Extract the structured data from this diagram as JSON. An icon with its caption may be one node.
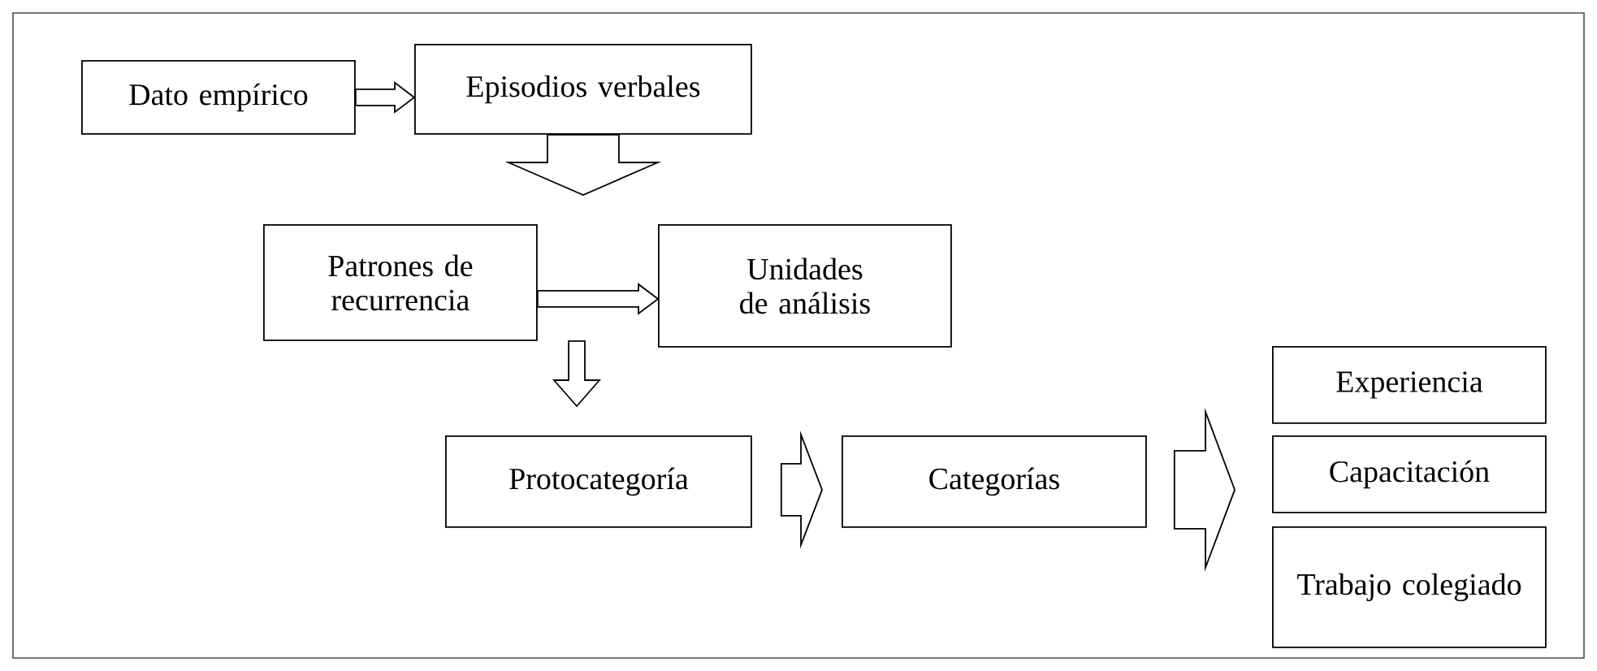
{
  "diagram": {
    "nodes": [
      {
        "text": [
          "Dato empírico"
        ]
      },
      {
        "text": [
          "Episodios verbales"
        ]
      },
      {
        "text": [
          "Patrones de recurrencia"
        ]
      },
      {
        "text": [
          "Unidades de análisis"
        ]
      },
      {
        "text": [
          "Protocategoría"
        ]
      },
      {
        "text": [
          "Categorías"
        ]
      },
      {
        "text": [
          "Experiencia"
        ]
      },
      {
        "text": [
          "Capacitación"
        ]
      },
      {
        "text": [
          "Trabajo colegiado"
        ]
      }
    ],
    "edges": [
      {
        "from": 0,
        "to": 1,
        "arrow": "to"
      },
      {
        "from": 1,
        "to": 2,
        "arrow": "to"
      },
      {
        "from": 2,
        "to": 3,
        "arrow": "to"
      },
      {
        "from": 2,
        "to": 4,
        "arrow": "to"
      },
      {
        "from": 4,
        "to": 5,
        "arrow": "to"
      },
      {
        "from": 5,
        "to": 7,
        "arrow": "to"
      }
    ]
  }
}
